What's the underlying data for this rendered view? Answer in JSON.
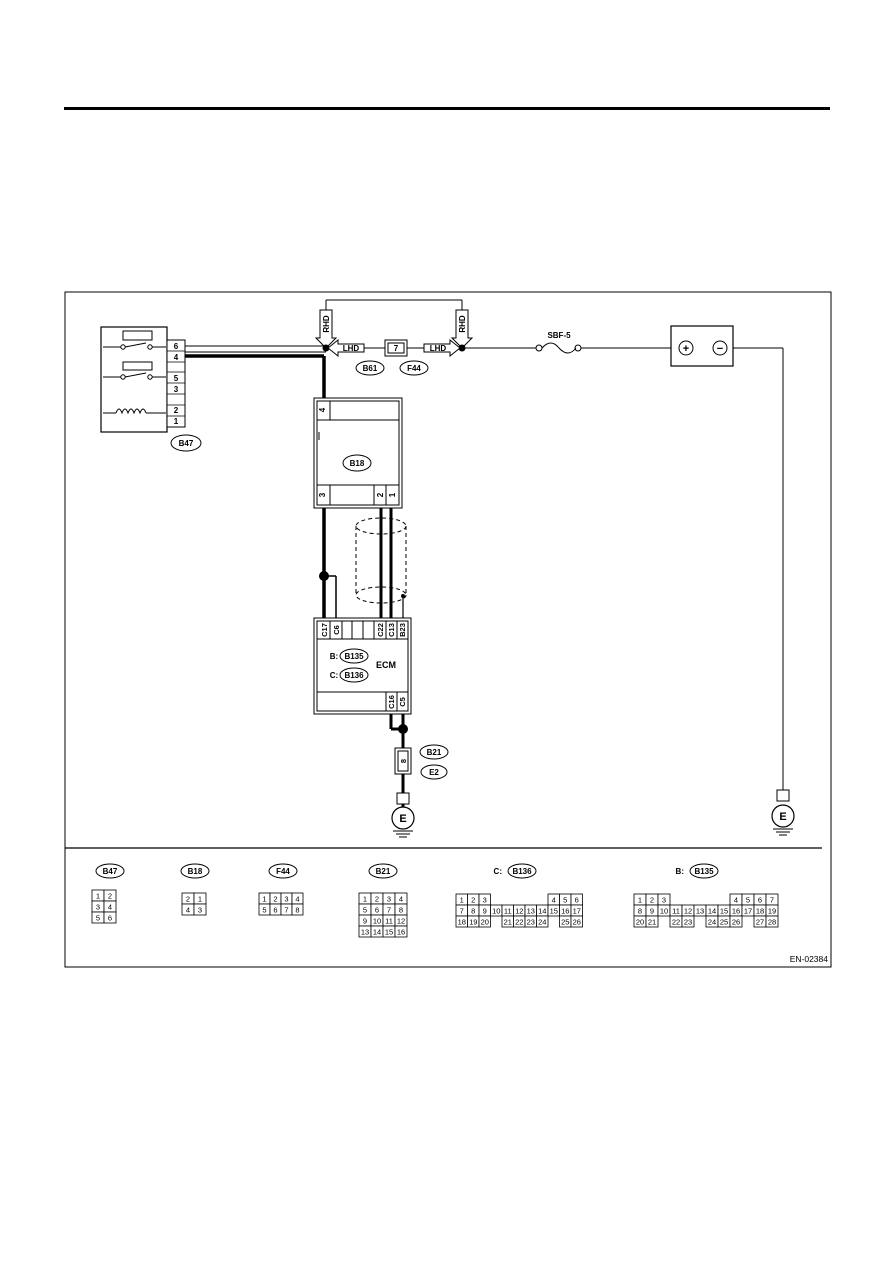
{
  "diagram": {
    "figure_code": "EN-02384",
    "drive_side": {
      "rhd": "RHD",
      "lhd": "LHD"
    },
    "fuse": {
      "label": "SBF-5"
    },
    "battery": {
      "plus": "+",
      "minus": "−"
    },
    "ground": {
      "symbol": "E"
    },
    "main_relay": {
      "connector": "B47",
      "pins": [
        "6",
        "4",
        "5",
        "3",
        "2",
        "1"
      ]
    },
    "joint_connector": {
      "left": "B61",
      "right": "F44",
      "pin": "7"
    },
    "sensor": {
      "connector": "B18",
      "pin_top": "4",
      "pins_bottom": [
        "3",
        "2",
        "1"
      ]
    },
    "ecm": {
      "label": "ECM",
      "connector_b_prefix": "B:",
      "connector_b": "B135",
      "connector_c_prefix": "C:",
      "connector_c": "B136",
      "pins_top": [
        "C17",
        "C6",
        "C22",
        "C13",
        "B23"
      ],
      "pins_bottom": [
        "C16",
        "C5"
      ]
    },
    "ground_joint": {
      "connector_top": "B21",
      "connector_bottom": "E2",
      "pin": "8"
    },
    "connector_views": [
      {
        "connector": "B47",
        "prefix": "",
        "rows": [
          [
            "1",
            "2"
          ],
          [
            "3",
            "4"
          ],
          [
            "5",
            "6"
          ]
        ]
      },
      {
        "connector": "B18",
        "prefix": "",
        "rows": [
          [
            "2",
            "1"
          ],
          [
            "4",
            "3"
          ]
        ]
      },
      {
        "connector": "F44",
        "prefix": "",
        "rows": [
          [
            "1",
            "2",
            "3",
            "4"
          ],
          [
            "5",
            "6",
            "7",
            "8"
          ]
        ]
      },
      {
        "connector": "B21",
        "prefix": "",
        "rows": [
          [
            "1",
            "2",
            "3",
            "4"
          ],
          [
            "5",
            "6",
            "7",
            "8"
          ],
          [
            "9",
            "10",
            "11",
            "12"
          ],
          [
            "13",
            "14",
            "15",
            "16"
          ]
        ]
      },
      {
        "connector": "B136",
        "prefix": "C:",
        "rows": [
          [
            "1",
            "2",
            "3",
            "",
            "",
            "",
            "",
            "",
            "4",
            "5",
            "6"
          ],
          [
            "7",
            "8",
            "9",
            "10",
            "11",
            "12",
            "13",
            "14",
            "15",
            "16",
            "17"
          ],
          [
            "18",
            "19",
            "20",
            "",
            "21",
            "22",
            "23",
            "24",
            "",
            "25",
            "26"
          ]
        ]
      },
      {
        "connector": "B135",
        "prefix": "B:",
        "rows": [
          [
            "1",
            "2",
            "3",
            "",
            "",
            "",
            "",
            "",
            "4",
            "5",
            "6",
            "7"
          ],
          [
            "8",
            "9",
            "10",
            "11",
            "12",
            "13",
            "14",
            "15",
            "16",
            "17",
            "18",
            "19"
          ],
          [
            "20",
            "21",
            "",
            "22",
            "23",
            "",
            "24",
            "25",
            "26",
            "",
            "27",
            "28"
          ]
        ]
      }
    ]
  }
}
